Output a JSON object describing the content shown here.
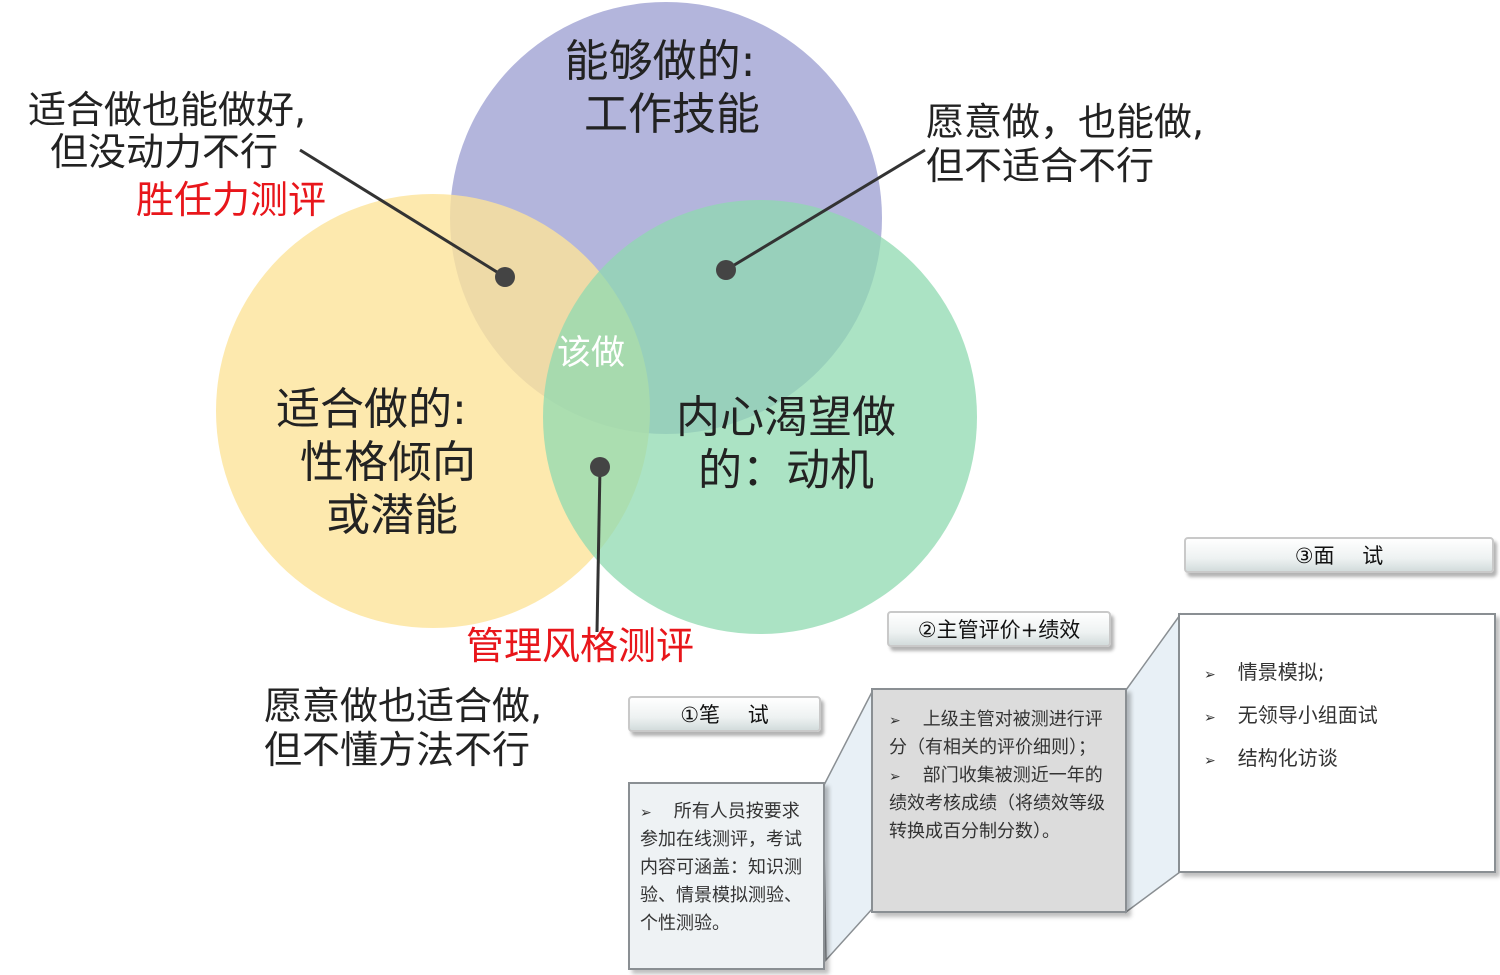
{
  "venn": {
    "top_circle": {
      "line1": "能够做的:",
      "line2": "工作技能",
      "color": "#a6a8d6"
    },
    "left_circle": {
      "line1": "适合做的:",
      "line2": "性格倾向",
      "line3": "或潜能",
      "color": "#fde49a"
    },
    "right_circle": {
      "line1": "内心渴望做",
      "line2": "的：动机",
      "color": "#8fd9b0"
    },
    "center_label": "该做"
  },
  "annotations": {
    "top_left": {
      "line1": "适合做也能做好,",
      "line2": "但没动力不行",
      "method": "胜任力测评"
    },
    "top_right": {
      "line1": "愿意做，也能做,",
      "line2": "但不适合不行"
    },
    "bottom": {
      "method": "管理风格测评",
      "line1": "愿意做也适合做,",
      "line2": "但不懂方法不行"
    }
  },
  "process": {
    "step1": {
      "tab_label": "①笔　 试",
      "items": [
        "所有人员按要求参加在线测评，考试内容可涵盖：知识测验、情景模拟测验、个性测验。"
      ]
    },
    "step2": {
      "tab_label": "②主管评价+绩效",
      "items": [
        "上级主管对被测进行评分（有相关的评价细则）；",
        "部门收集被测近一年的绩效考核成绩（将绩效等级转换成百分制分数）。"
      ]
    },
    "step3": {
      "tab_label": "③面　 试",
      "items": [
        "情景模拟;",
        "无领导小组面试",
        "结构化访谈"
      ]
    }
  },
  "colors": {
    "red_text": "#e8161b",
    "card_gray": "#dcdcdc",
    "card_light": "#eef2f4",
    "card_white": "#ffffff",
    "connector_fill": "#e8f0f6"
  }
}
